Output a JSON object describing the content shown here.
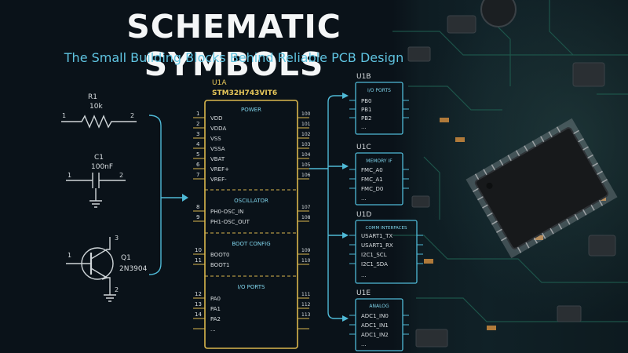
{
  "title": "SCHEMATIC SYMBOLS",
  "subtitle": "The Small Building Blocks Behind Reliable PCB Design",
  "colors": {
    "background": "#0a1219",
    "gold": "#d9b64d",
    "cyan": "#4fb9d6",
    "wire": "#cfd5d8"
  },
  "components": {
    "r1": {
      "ref": "R1",
      "value": "10k",
      "pin1": "1",
      "pin2": "2"
    },
    "c1": {
      "ref": "C1",
      "value": "100nF",
      "pin1": "1",
      "pin2": "2"
    },
    "q1": {
      "ref": "Q1",
      "value": "2N3904",
      "pin1": "1",
      "pin2": "2",
      "pin3": "3"
    }
  },
  "u1a": {
    "ref": "U1A",
    "part": "STM32H743VIT6",
    "sections": {
      "power": {
        "header": "POWER",
        "pins": [
          {
            "l": "1",
            "name": "VDD",
            "r": "100"
          },
          {
            "l": "2",
            "name": "VDDA",
            "r": "101"
          },
          {
            "l": "3",
            "name": "VSS",
            "r": "102"
          },
          {
            "l": "4",
            "name": "VSSA",
            "r": "103"
          },
          {
            "l": "5",
            "name": "VBAT",
            "r": "104"
          },
          {
            "l": "6",
            "name": "VREF+",
            "r": "105"
          },
          {
            "l": "7",
            "name": "VREF-",
            "r": "106"
          }
        ]
      },
      "osc": {
        "header": "OSCILLATOR",
        "pins": [
          {
            "l": "8",
            "name": "PH0-OSC_IN",
            "r": "107"
          },
          {
            "l": "9",
            "name": "PH1-OSC_OUT",
            "r": "108"
          }
        ]
      },
      "boot": {
        "header": "BOOT CONFIG",
        "pins": [
          {
            "l": "10",
            "name": "BOOT0",
            "r": "109"
          },
          {
            "l": "11",
            "name": "BOOT1",
            "r": "110"
          }
        ]
      },
      "io": {
        "header": "I/O PORTS",
        "pins": [
          {
            "l": "12",
            "name": "PA0",
            "r": "111"
          },
          {
            "l": "13",
            "name": "PA1",
            "r": "112"
          },
          {
            "l": "14",
            "name": "PA2",
            "r": "113"
          },
          {
            "l": "",
            "name": "...",
            "r": ""
          }
        ]
      }
    }
  },
  "units": {
    "u1b": {
      "ref": "U1B",
      "header": "I/O PORTS",
      "pins": [
        "PB0",
        "PB1",
        "PB2",
        "..."
      ]
    },
    "u1c": {
      "ref": "U1C",
      "header": "MEMORY IF",
      "pins": [
        "FMC_A0",
        "FMC_A1",
        "FMC_D0",
        "..."
      ]
    },
    "u1d": {
      "ref": "U1D",
      "header": "COMM INTERFACES",
      "pins": [
        "USART1_TX",
        "USART1_RX",
        "I2C1_SCL",
        "I2C1_SDA",
        "..."
      ]
    },
    "u1e": {
      "ref": "U1E",
      "header": "ANALOG",
      "pins": [
        "ADC1_IN0",
        "ADC1_IN1",
        "ADC1_IN2",
        "..."
      ]
    }
  }
}
